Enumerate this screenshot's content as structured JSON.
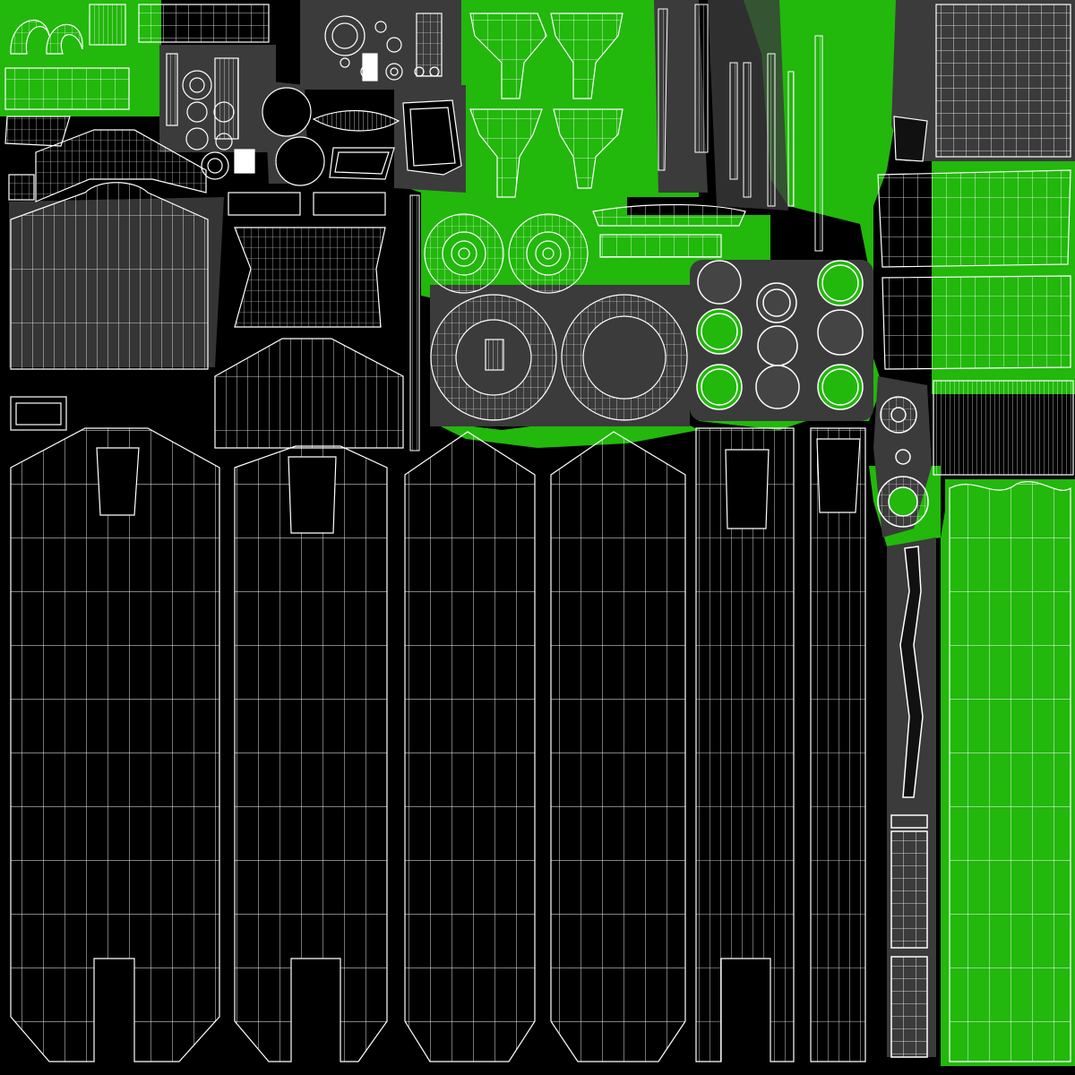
{
  "canvas": {
    "background": "#000000",
    "accent_fill": "#22b80c",
    "shell_fill": "#3b3b3b",
    "wire_color": "#ffffff"
  },
  "islands": {
    "top_left_strip": "uv-island",
    "top_center_small_parts": "uv-island",
    "y_brackets": "uv-island",
    "wheels": "uv-island",
    "rings": "uv-island",
    "long_columns": "uv-island",
    "right_grids": "uv-island"
  }
}
